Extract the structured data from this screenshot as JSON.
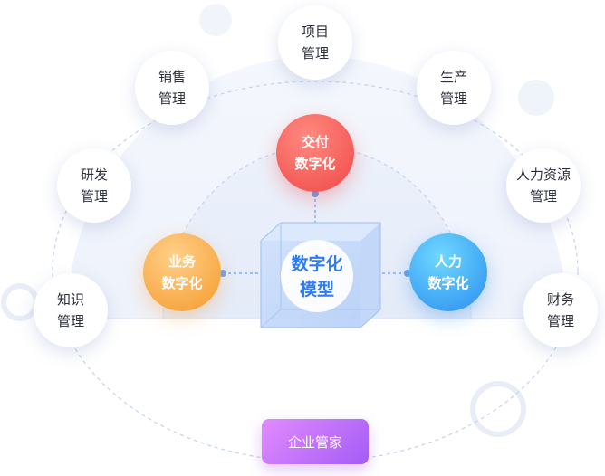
{
  "outer_nodes": [
    {
      "line1": "项目",
      "line2": "管理"
    },
    {
      "line1": "销售",
      "line2": "管理"
    },
    {
      "line1": "生产",
      "line2": "管理"
    },
    {
      "line1": "研发",
      "line2": "管理"
    },
    {
      "line1": "人力资源",
      "line2": "管理"
    },
    {
      "line1": "知识",
      "line2": "管理"
    },
    {
      "line1": "财务",
      "line2": "管理"
    }
  ],
  "core_nodes": {
    "delivery": {
      "line1": "交付",
      "line2": "数字化",
      "color": "#f04848"
    },
    "business": {
      "line1": "业务",
      "line2": "数字化",
      "color": "#f59a2c"
    },
    "hr": {
      "line1": "人力",
      "line2": "数字化",
      "color": "#2a8df0"
    }
  },
  "center": {
    "line1": "数字化",
    "line2": "模型",
    "color": "#2d7cf0"
  },
  "bottom_button": {
    "label": "企业管家",
    "color": "#a35cf5"
  }
}
